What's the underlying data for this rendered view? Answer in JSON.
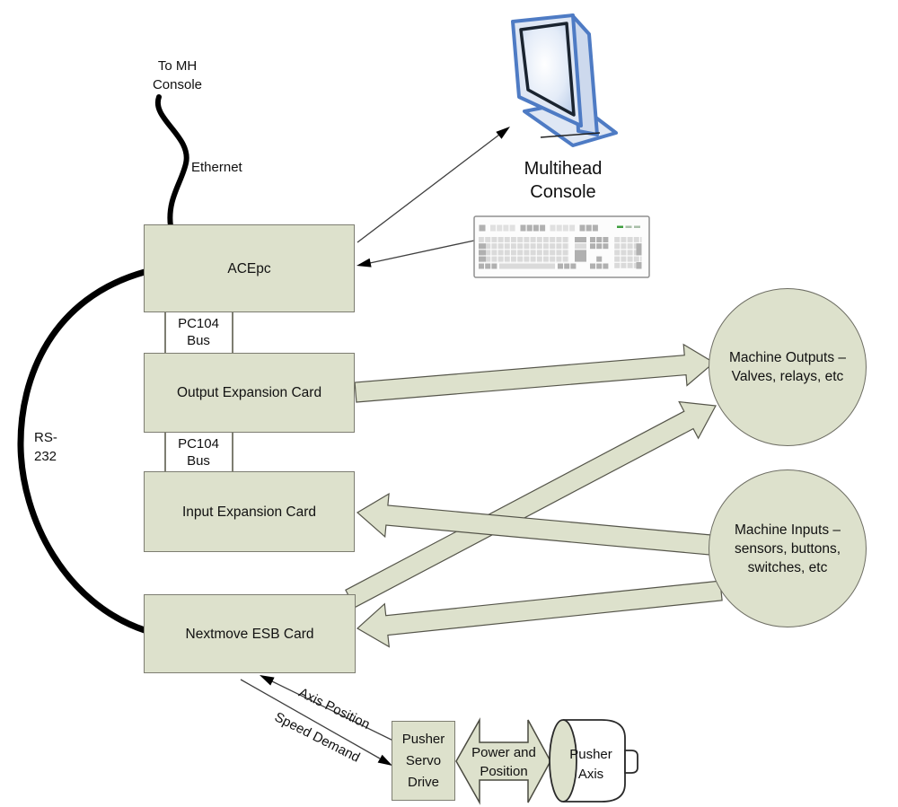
{
  "diagram": {
    "nodes": {
      "acepc": "ACEpc",
      "output_expansion": "Output Expansion Card",
      "input_expansion": "Input Expansion Card",
      "nextmove_esb": "Nextmove ESB Card",
      "machine_outputs": "Machine Outputs –\nValves, relays, etc",
      "machine_inputs": "Machine Inputs –\nsensors, buttons,\nswitches, etc",
      "pusher_servo_drive": "Pusher\nServo\nDrive",
      "pusher_axis": "Pusher\nAxis",
      "multihead_console": "Multihead\nConsole"
    },
    "labels": {
      "to_mh_console": "To MH\nConsole",
      "ethernet": "Ethernet",
      "rs232": "RS-\n232",
      "pc104_bus_top": "PC104\nBus",
      "pc104_bus_bottom": "PC104\nBus",
      "axis_position": "Axis Position",
      "speed_demand": "Speed Demand",
      "power_and_position": "Power and\nPosition"
    },
    "icons": {
      "multihead_console": "monitor-icon",
      "acepc_keyboard": "keyboard-icon",
      "pusher_axis": "cylinder-shape"
    },
    "connections": [
      {
        "from": "ACEpc",
        "to": "MH Console",
        "label": "Ethernet",
        "type": "cable"
      },
      {
        "from": "ACEpc",
        "to": "Multihead Console",
        "label": "",
        "type": "thin-arrow"
      },
      {
        "from": "Keyboard",
        "to": "ACEpc",
        "label": "",
        "type": "thin-arrow"
      },
      {
        "from": "ACEpc",
        "to": "Nextmove ESB Card",
        "label": "RS-232",
        "type": "cable"
      },
      {
        "from": "ACEpc",
        "to": "Output Expansion Card",
        "label": "PC104 Bus",
        "type": "bus"
      },
      {
        "from": "Output Expansion Card",
        "to": "Input Expansion Card",
        "label": "PC104 Bus",
        "type": "bus"
      },
      {
        "from": "Output Expansion Card",
        "to": "Machine Outputs",
        "label": "",
        "type": "block-arrow"
      },
      {
        "from": "Nextmove ESB Card",
        "to": "Machine Outputs",
        "label": "",
        "type": "block-arrow"
      },
      {
        "from": "Machine Inputs",
        "to": "Input Expansion Card",
        "label": "",
        "type": "block-arrow"
      },
      {
        "from": "Machine Inputs",
        "to": "Nextmove ESB Card",
        "label": "",
        "type": "block-arrow"
      },
      {
        "from": "Pusher Servo Drive",
        "to": "Nextmove ESB Card",
        "label": "Axis Position",
        "type": "thin-arrow"
      },
      {
        "from": "Nextmove ESB Card",
        "to": "Pusher Servo Drive",
        "label": "Speed Demand",
        "type": "thin-arrow"
      },
      {
        "from": "Pusher Servo Drive",
        "to": "Pusher Axis",
        "label": "Power and Position",
        "type": "double-block-arrow"
      }
    ],
    "colors": {
      "node_fill": "#dde1cc",
      "node_border": "#7d7d71",
      "arrow_fill": "#dde1cc",
      "arrow_border": "#55554a",
      "cable": "#000000",
      "monitor_blue": "#4e7bc4",
      "text": "#101010",
      "background": "#ffffff"
    }
  }
}
